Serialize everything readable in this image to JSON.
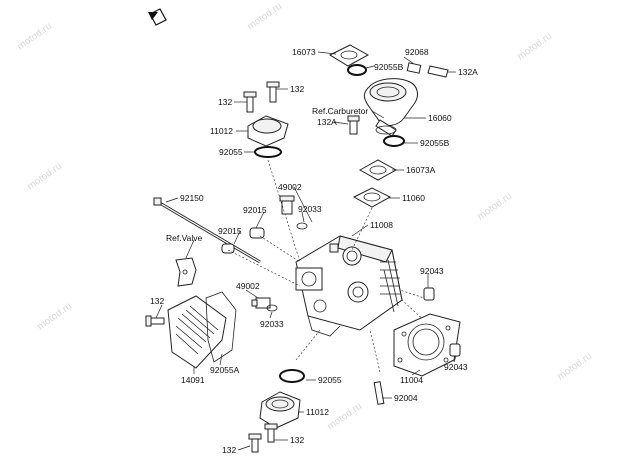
{
  "watermark": "motod.ru",
  "orientation_icon": "orientation-arrow-icon",
  "labels": {
    "p16073": "16073",
    "p92068": "92068",
    "p92055B_top": "92055B",
    "p132A_right": "132A",
    "p132_a": "132",
    "p132_b": "132",
    "ref_carburetor": "Ref.Carburetor",
    "p132A_mid": "132A",
    "p16060": "16060",
    "p11012_top": "11012",
    "p92055_top": "92055",
    "p92055B_mid": "92055B",
    "p16073A": "16073A",
    "p49002_top": "49002",
    "p92033_top": "92033",
    "p11060": "11060",
    "p92150": "92150",
    "p92015_a": "92015",
    "p11008": "11008",
    "p92015_b": "92015",
    "ref_valve": "Ref.Valve",
    "p92043_top": "92043",
    "p49002_mid": "49002",
    "p132_c": "132",
    "p92033_mid": "92033",
    "p92043_bot": "92043",
    "p11004": "11004",
    "p14091": "14091",
    "p92055A": "92055A",
    "p92055_bot": "92055",
    "p92004": "92004",
    "p11012_bot": "11012",
    "p132_d": "132",
    "p132_e": "132"
  }
}
